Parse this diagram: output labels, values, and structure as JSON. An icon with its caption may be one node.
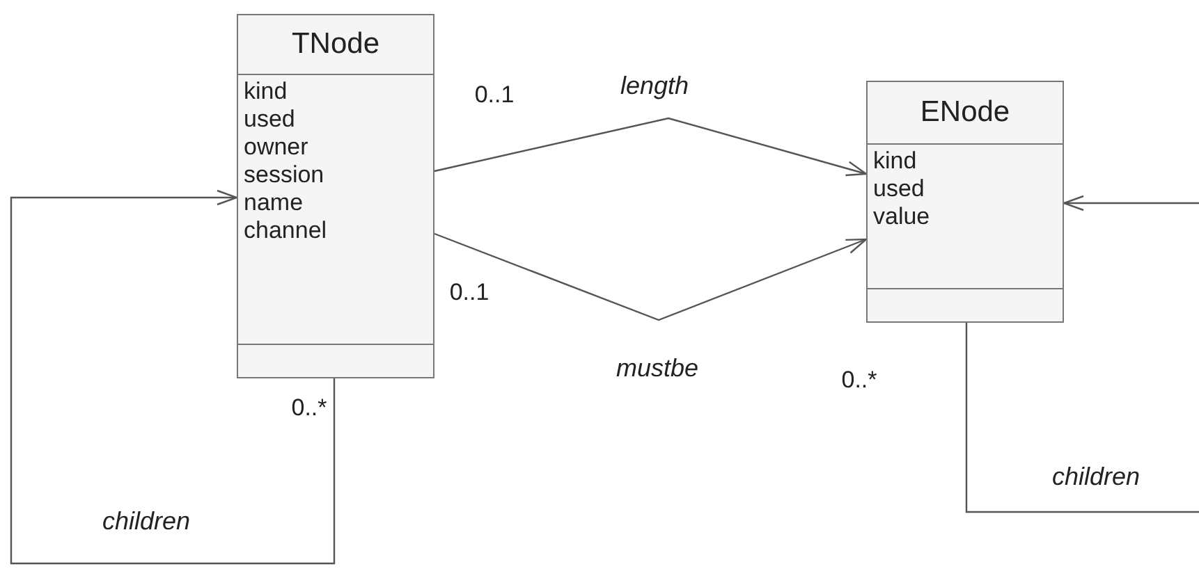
{
  "diagram": {
    "nodes": [
      {
        "text": [
          "TNode",
          "kind",
          "used",
          "owner",
          "session",
          "name",
          "channel"
        ]
      },
      {
        "text": [
          "ENode",
          "kind",
          "used",
          "value"
        ]
      }
    ],
    "edges": [
      {
        "from": 0,
        "to": 0,
        "arrow": "to",
        "label": "children"
      },
      {
        "from": 0,
        "to": 1,
        "arrow": "to",
        "label": "length"
      },
      {
        "from": 0,
        "to": 1,
        "arrow": "to",
        "label": "mustbe"
      },
      {
        "from": 1,
        "to": 1,
        "arrow": "to",
        "label": "children"
      }
    ],
    "labels": [
      "0..1",
      "0..1",
      "0..*",
      "0..*"
    ]
  }
}
